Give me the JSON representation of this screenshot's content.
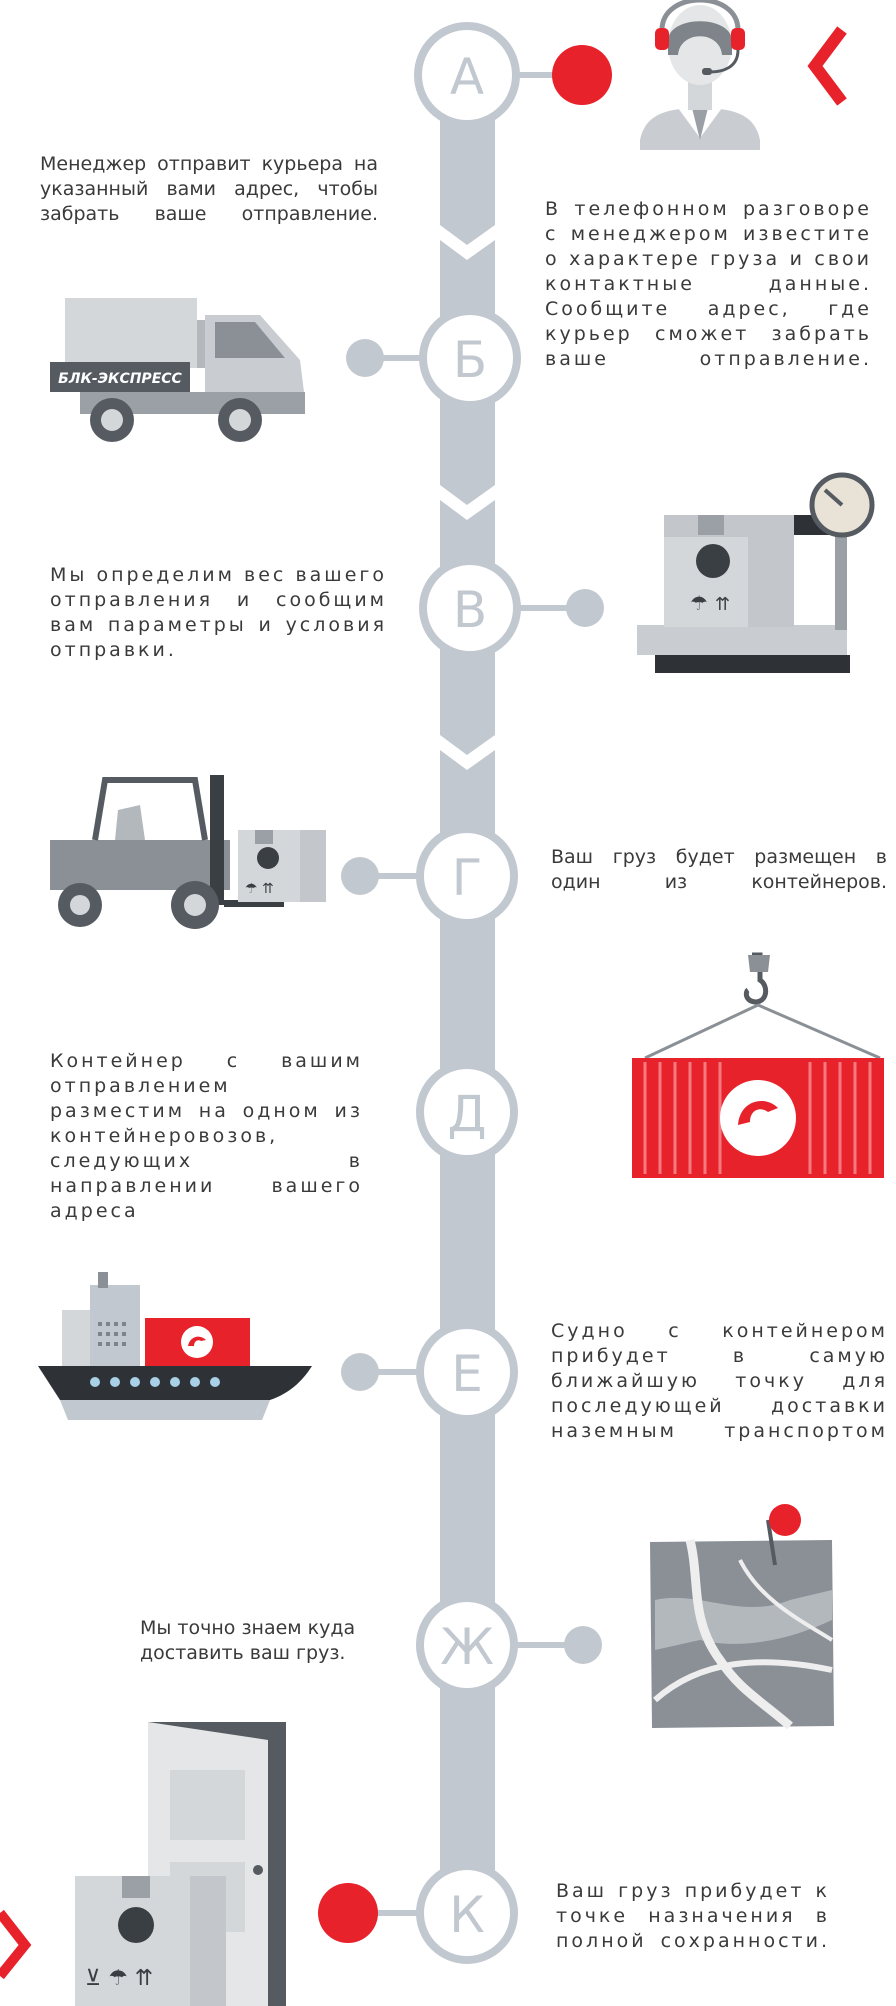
{
  "steps": [
    {
      "letter": "А",
      "text": "В телефонном разговоре с менеджером известите о характере груза и свои контактные данные. Сообщите адрес, где курьер сможет забрать ваше отправление."
    },
    {
      "letter": "Б",
      "text": "Менеджер отправит курьера на указанный вами адрес, чтобы забрать ваше отправление."
    },
    {
      "letter": "В",
      "text": "Мы определим вес вашего отправления и сообщим вам параметры и условия отправки."
    },
    {
      "letter": "Г",
      "text": "Ваш груз будет размещен в один из контейнеров."
    },
    {
      "letter": "Д",
      "text": "Контейнер с вашим отправлением разместим на одном из контейнеровозов, следующих в направлении вашего адреса"
    },
    {
      "letter": "Е",
      "text": "Судно с контейнером прибудет в самую ближайшую точку для последующей доставки наземным транспортом"
    },
    {
      "letter": "Ж",
      "text": "Мы точно знаем куда доставить ваш груз."
    },
    {
      "letter": "К",
      "text": "Ваш груз прибудет к точке назначения в полной сохранности."
    }
  ],
  "truck_brand": "БЛК-ЭКСПРЕСС",
  "nav": {
    "prev": "‹",
    "next": "›"
  },
  "colors": {
    "accent": "#e8222b",
    "spine": "#c2c8cf",
    "gray_dark": "#555b61",
    "gray_mid": "#8a9096",
    "gray_light": "#d4d7da"
  }
}
